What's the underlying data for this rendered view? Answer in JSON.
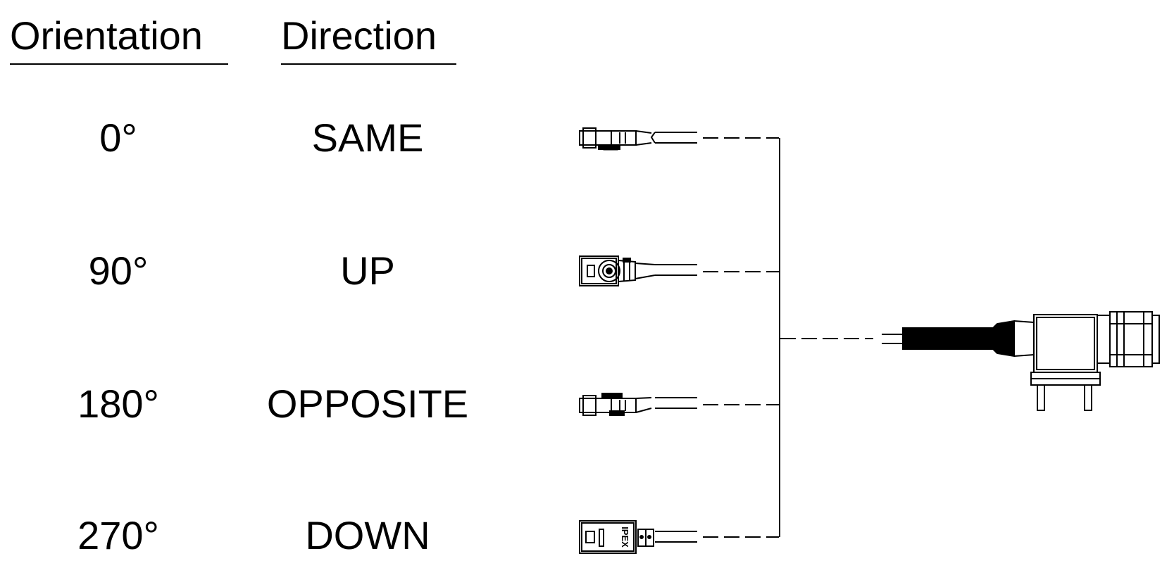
{
  "headers": {
    "orientation": "Orientation",
    "direction": "Direction"
  },
  "rows": [
    {
      "orientation": "0°",
      "direction": "SAME"
    },
    {
      "orientation": "90°",
      "direction": "UP"
    },
    {
      "orientation": "180°",
      "direction": "OPPOSITE"
    },
    {
      "orientation": "270°",
      "direction": "DOWN"
    }
  ],
  "connector_marking": "IPEX"
}
